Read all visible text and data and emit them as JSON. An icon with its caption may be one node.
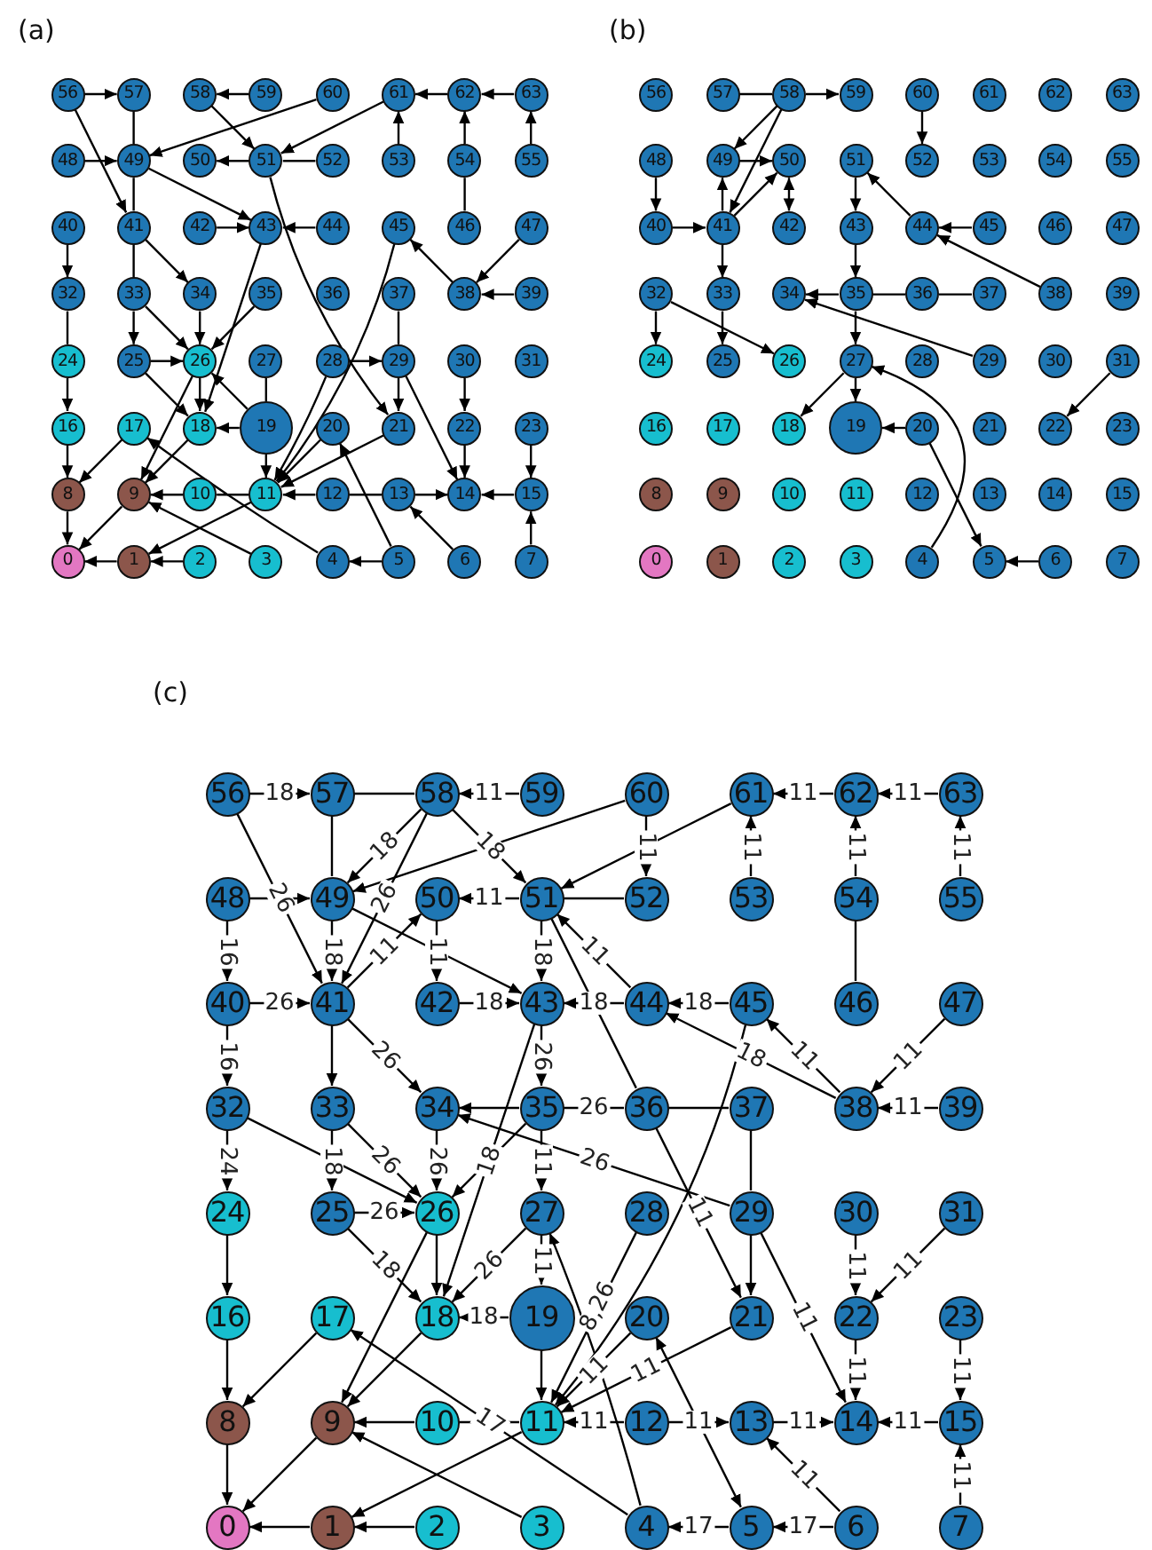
{
  "diagram": {
    "nodes": [
      {
        "text": [
          "0"
        ]
      },
      {
        "text": [
          "1"
        ]
      },
      {
        "text": [
          "2"
        ]
      },
      {
        "text": [
          "3"
        ]
      },
      {
        "text": [
          "4"
        ]
      },
      {
        "text": [
          "5"
        ]
      },
      {
        "text": [
          "6"
        ]
      },
      {
        "text": [
          "7"
        ]
      },
      {
        "text": [
          "8"
        ]
      },
      {
        "text": [
          "9"
        ]
      },
      {
        "text": [
          "10"
        ]
      },
      {
        "text": [
          "11"
        ]
      },
      {
        "text": [
          "12"
        ]
      },
      {
        "text": [
          "13"
        ]
      },
      {
        "text": [
          "14"
        ]
      },
      {
        "text": [
          "15"
        ]
      },
      {
        "text": [
          "16"
        ]
      },
      {
        "text": [
          "17"
        ]
      },
      {
        "text": [
          "18"
        ]
      },
      {
        "text": [
          "19"
        ]
      },
      {
        "text": [
          "20"
        ]
      },
      {
        "text": [
          "21"
        ]
      },
      {
        "text": [
          "22"
        ]
      },
      {
        "text": [
          "23"
        ]
      },
      {
        "text": [
          "24"
        ]
      },
      {
        "text": [
          "25"
        ]
      },
      {
        "text": [
          "26"
        ]
      },
      {
        "text": [
          "27"
        ]
      },
      {
        "text": [
          "28"
        ]
      },
      {
        "text": [
          "29"
        ]
      },
      {
        "text": [
          "30"
        ]
      },
      {
        "text": [
          "31"
        ]
      },
      {
        "text": [
          "32"
        ]
      },
      {
        "text": [
          "33"
        ]
      },
      {
        "text": [
          "34"
        ]
      },
      {
        "text": [
          "35"
        ]
      },
      {
        "text": [
          "36"
        ]
      },
      {
        "text": [
          "37"
        ]
      },
      {
        "text": [
          "38"
        ]
      },
      {
        "text": [
          "39"
        ]
      },
      {
        "text": [
          "40"
        ]
      },
      {
        "text": [
          "41"
        ]
      },
      {
        "text": [
          "42"
        ]
      },
      {
        "text": [
          "43"
        ]
      },
      {
        "text": [
          "44"
        ]
      },
      {
        "text": [
          "45"
        ]
      },
      {
        "text": [
          "46"
        ]
      },
      {
        "text": [
          "47"
        ]
      },
      {
        "text": [
          "48"
        ]
      },
      {
        "text": [
          "49"
        ]
      },
      {
        "text": [
          "50"
        ]
      },
      {
        "text": [
          "51"
        ]
      },
      {
        "text": [
          "52"
        ]
      },
      {
        "text": [
          "53"
        ]
      },
      {
        "text": [
          "54"
        ]
      },
      {
        "text": [
          "55"
        ]
      },
      {
        "text": [
          "56"
        ]
      },
      {
        "text": [
          "57"
        ]
      },
      {
        "text": [
          "58"
        ]
      },
      {
        "text": [
          "59"
        ]
      },
      {
        "text": [
          "60"
        ]
      },
      {
        "text": [
          "61"
        ]
      },
      {
        "text": [
          "62"
        ]
      },
      {
        "text": [
          "63"
        ]
      },
      {
        "text": [
          "0"
        ]
      },
      {
        "text": [
          "1"
        ]
      },
      {
        "text": [
          "2"
        ]
      },
      {
        "text": [
          "3"
        ]
      },
      {
        "text": [
          "4"
        ]
      },
      {
        "text": [
          "5"
        ]
      },
      {
        "text": [
          "6"
        ]
      },
      {
        "text": [
          "7"
        ]
      },
      {
        "text": [
          "8"
        ]
      },
      {
        "text": [
          "9"
        ]
      },
      {
        "text": [
          "10"
        ]
      },
      {
        "text": [
          "11"
        ]
      },
      {
        "text": [
          "12"
        ]
      },
      {
        "text": [
          "13"
        ]
      },
      {
        "text": [
          "14"
        ]
      },
      {
        "text": [
          "15"
        ]
      },
      {
        "text": [
          "16"
        ]
      },
      {
        "text": [
          "17"
        ]
      },
      {
        "text": [
          "18"
        ]
      },
      {
        "text": [
          "19"
        ]
      },
      {
        "text": [
          "20"
        ]
      },
      {
        "text": [
          "21"
        ]
      },
      {
        "text": [
          "22"
        ]
      },
      {
        "text": [
          "23"
        ]
      },
      {
        "text": [
          "24"
        ]
      },
      {
        "text": [
          "25"
        ]
      },
      {
        "text": [
          "26"
        ]
      },
      {
        "text": [
          "27"
        ]
      },
      {
        "text": [
          "28"
        ]
      },
      {
        "text": [
          "29"
        ]
      },
      {
        "text": [
          "30"
        ]
      },
      {
        "text": [
          "31"
        ]
      },
      {
        "text": [
          "32"
        ]
      },
      {
        "text": [
          "33"
        ]
      },
      {
        "text": [
          "34"
        ]
      },
      {
        "text": [
          "35"
        ]
      },
      {
        "text": [
          "36"
        ]
      },
      {
        "text": [
          "37"
        ]
      },
      {
        "text": [
          "38"
        ]
      },
      {
        "text": [
          "39"
        ]
      },
      {
        "text": [
          "40"
        ]
      },
      {
        "text": [
          "41"
        ]
      },
      {
        "text": [
          "42"
        ]
      },
      {
        "text": [
          "43"
        ]
      },
      {
        "text": [
          "44"
        ]
      },
      {
        "text": [
          "45"
        ]
      },
      {
        "text": [
          "46"
        ]
      },
      {
        "text": [
          "47"
        ]
      },
      {
        "text": [
          "48"
        ]
      },
      {
        "text": [
          "49"
        ]
      },
      {
        "text": [
          "50"
        ]
      },
      {
        "text": [
          "51"
        ]
      },
      {
        "text": [
          "52"
        ]
      },
      {
        "text": [
          "53"
        ]
      },
      {
        "text": [
          "54"
        ]
      },
      {
        "text": [
          "55"
        ]
      },
      {
        "text": [
          "56"
        ]
      },
      {
        "text": [
          "57"
        ]
      },
      {
        "text": [
          "58"
        ]
      },
      {
        "text": [
          "59"
        ]
      },
      {
        "text": [
          "60"
        ]
      },
      {
        "text": [
          "61"
        ]
      },
      {
        "text": [
          "62"
        ]
      },
      {
        "text": [
          "63"
        ]
      },
      {
        "text": [
          "0"
        ]
      },
      {
        "text": [
          "1"
        ]
      },
      {
        "text": [
          "2"
        ]
      },
      {
        "text": [
          "3"
        ]
      },
      {
        "text": [
          "4"
        ]
      },
      {
        "text": [
          "5"
        ]
      },
      {
        "text": [
          "6"
        ]
      },
      {
        "text": [
          "7"
        ]
      },
      {
        "text": [
          "8"
        ]
      },
      {
        "text": [
          "9"
        ]
      },
      {
        "text": [
          "10"
        ]
      },
      {
        "text": [
          "11"
        ]
      },
      {
        "text": [
          "12"
        ]
      },
      {
        "text": [
          "13"
        ]
      },
      {
        "text": [
          "14"
        ]
      },
      {
        "text": [
          "15"
        ]
      },
      {
        "text": [
          "16"
        ]
      },
      {
        "text": [
          "17"
        ]
      },
      {
        "text": [
          "18"
        ]
      },
      {
        "text": [
          "19"
        ]
      },
      {
        "text": [
          "20"
        ]
      },
      {
        "text": [
          "21"
        ]
      },
      {
        "text": [
          "22"
        ]
      },
      {
        "text": [
          "23"
        ]
      },
      {
        "text": [
          "24"
        ]
      },
      {
        "text": [
          "25"
        ]
      },
      {
        "text": [
          "26"
        ]
      },
      {
        "text": [
          "27"
        ]
      },
      {
        "text": [
          "28"
        ]
      },
      {
        "text": [
          "29"
        ]
      },
      {
        "text": [
          "30"
        ]
      },
      {
        "text": [
          "31"
        ]
      },
      {
        "text": [
          "32"
        ]
      },
      {
        "text": [
          "33"
        ]
      },
      {
        "text": [
          "34"
        ]
      },
      {
        "text": [
          "35"
        ]
      },
      {
        "text": [
          "36"
        ]
      },
      {
        "text": [
          "37"
        ]
      },
      {
        "text": [
          "38"
        ]
      },
      {
        "text": [
          "39"
        ]
      },
      {
        "text": [
          "40"
        ]
      },
      {
        "text": [
          "41"
        ]
      },
      {
        "text": [
          "42"
        ]
      },
      {
        "text": [
          "43"
        ]
      },
      {
        "text": [
          "44"
        ]
      },
      {
        "text": [
          "45"
        ]
      },
      {
        "text": [
          "46"
        ]
      },
      {
        "text": [
          "47"
        ]
      },
      {
        "text": [
          "48"
        ]
      },
      {
        "text": [
          "49"
        ]
      },
      {
        "text": [
          "50"
        ]
      },
      {
        "text": [
          "51"
        ]
      },
      {
        "text": [
          "52"
        ]
      },
      {
        "text": [
          "53"
        ]
      },
      {
        "text": [
          "54"
        ]
      },
      {
        "text": [
          "55"
        ]
      },
      {
        "text": [
          "56"
        ]
      },
      {
        "text": [
          "57"
        ]
      },
      {
        "text": [
          "58"
        ]
      },
      {
        "text": [
          "59"
        ]
      },
      {
        "text": [
          "60"
        ]
      },
      {
        "text": [
          "61"
        ]
      },
      {
        "text": [
          "62"
        ]
      },
      {
        "text": [
          "63"
        ]
      }
    ],
    "edges": [
      {
        "from": 56,
        "to": 57,
        "arrow": "to"
      },
      {
        "from": 59,
        "to": 58,
        "arrow": "to"
      },
      {
        "from": 60,
        "to": 49,
        "arrow": "to"
      },
      {
        "from": 62,
        "to": 61,
        "arrow": "to"
      },
      {
        "from": 63,
        "to": 62,
        "arrow": "to"
      },
      {
        "from": 61,
        "to": 51,
        "arrow": "to"
      },
      {
        "from": 58,
        "to": 51,
        "arrow": "to"
      },
      {
        "from": 48,
        "to": 49,
        "arrow": "to"
      },
      {
        "from": 56,
        "to": 41,
        "arrow": "to"
      },
      {
        "from": 57,
        "to": 49,
        "arrow": "none"
      },
      {
        "from": 51,
        "to": 50,
        "arrow": "to"
      },
      {
        "from": 51,
        "to": 52,
        "arrow": "none"
      },
      {
        "from": 53,
        "to": 61,
        "arrow": "to"
      },
      {
        "from": 54,
        "to": 62,
        "arrow": "to"
      },
      {
        "from": 55,
        "to": 63,
        "arrow": "to"
      },
      {
        "from": 49,
        "to": 41,
        "arrow": "none"
      },
      {
        "from": 49,
        "to": 43,
        "arrow": "to"
      },
      {
        "from": 51,
        "to": 21,
        "arrow": "to"
      },
      {
        "from": 44,
        "to": 43,
        "arrow": "to"
      },
      {
        "from": 42,
        "to": 43,
        "arrow": "to"
      },
      {
        "from": 43,
        "to": 18,
        "arrow": "to"
      },
      {
        "from": 40,
        "to": 32,
        "arrow": "to"
      },
      {
        "from": 41,
        "to": 34,
        "arrow": "to"
      },
      {
        "from": 41,
        "to": 33,
        "arrow": "none"
      },
      {
        "from": 33,
        "to": 25,
        "arrow": "to"
      },
      {
        "from": 33,
        "to": 26,
        "arrow": "to"
      },
      {
        "from": 34,
        "to": 26,
        "arrow": "to"
      },
      {
        "from": 35,
        "to": 26,
        "arrow": "to"
      },
      {
        "from": 32,
        "to": 24,
        "arrow": "none"
      },
      {
        "from": 24,
        "to": 16,
        "arrow": "to"
      },
      {
        "from": 16,
        "to": 8,
        "arrow": "to"
      },
      {
        "from": 25,
        "to": 26,
        "arrow": "to"
      },
      {
        "from": 25,
        "to": 18,
        "arrow": "to"
      },
      {
        "from": 26,
        "to": 18,
        "arrow": "to"
      },
      {
        "from": 26,
        "to": 9,
        "arrow": "to"
      },
      {
        "from": 19,
        "to": 26,
        "arrow": "to"
      },
      {
        "from": 19,
        "to": 18,
        "arrow": "to"
      },
      {
        "from": 27,
        "to": 19,
        "arrow": "none"
      },
      {
        "from": 19,
        "to": 11,
        "arrow": "to"
      },
      {
        "from": 28,
        "to": 29,
        "arrow": "to"
      },
      {
        "from": 28,
        "to": 11,
        "arrow": "to"
      },
      {
        "from": 37,
        "to": 29,
        "arrow": "none"
      },
      {
        "from": 29,
        "to": 21,
        "arrow": "to"
      },
      {
        "from": 29,
        "to": 14,
        "arrow": "to"
      },
      {
        "from": 45,
        "to": 11,
        "arrow": "to"
      },
      {
        "from": 38,
        "to": 45,
        "arrow": "to"
      },
      {
        "from": 39,
        "to": 38,
        "arrow": "to"
      },
      {
        "from": 47,
        "to": 38,
        "arrow": "to"
      },
      {
        "from": 54,
        "to": 46,
        "arrow": "none"
      },
      {
        "from": 30,
        "to": 22,
        "arrow": "to"
      },
      {
        "from": 22,
        "to": 14,
        "arrow": "to"
      },
      {
        "from": 23,
        "to": 15,
        "arrow": "to"
      },
      {
        "from": 15,
        "to": 14,
        "arrow": "to"
      },
      {
        "from": 7,
        "to": 15,
        "arrow": "to"
      },
      {
        "from": 20,
        "to": 11,
        "arrow": "to"
      },
      {
        "from": 21,
        "to": 11,
        "arrow": "to"
      },
      {
        "from": 17,
        "to": 8,
        "arrow": "to"
      },
      {
        "from": 18,
        "to": 9,
        "arrow": "to"
      },
      {
        "from": 10,
        "to": 9,
        "arrow": "to"
      },
      {
        "from": 11,
        "to": 10,
        "arrow": "none"
      },
      {
        "from": 12,
        "to": 11,
        "arrow": "to"
      },
      {
        "from": 12,
        "to": 13,
        "arrow": "none"
      },
      {
        "from": 13,
        "to": 14,
        "arrow": "to"
      },
      {
        "from": 6,
        "to": 13,
        "arrow": "to"
      },
      {
        "from": 5,
        "to": 4,
        "arrow": "to"
      },
      {
        "from": 5,
        "to": 20,
        "arrow": "to"
      },
      {
        "from": 4,
        "to": 17,
        "arrow": "to"
      },
      {
        "from": 3,
        "to": 9,
        "arrow": "to"
      },
      {
        "from": 11,
        "to": 1,
        "arrow": "to"
      },
      {
        "from": 9,
        "to": 0,
        "arrow": "to"
      },
      {
        "from": 2,
        "to": 1,
        "arrow": "to"
      },
      {
        "from": 1,
        "to": 0,
        "arrow": "to"
      },
      {
        "from": 8,
        "to": 0,
        "arrow": "to"
      },
      {
        "from": 121,
        "to": 122,
        "arrow": "none"
      },
      {
        "from": 122,
        "to": 123,
        "arrow": "to"
      },
      {
        "from": 122,
        "to": 113,
        "arrow": "to"
      },
      {
        "from": 122,
        "to": 105,
        "arrow": "to"
      },
      {
        "from": 113,
        "to": 114,
        "arrow": "to"
      },
      {
        "from": 105,
        "to": 113,
        "arrow": "to"
      },
      {
        "from": 105,
        "to": 114,
        "arrow": "to"
      },
      {
        "from": 106,
        "to": 114,
        "arrow": "both"
      },
      {
        "from": 124,
        "to": 116,
        "arrow": "to"
      },
      {
        "from": 112,
        "to": 104,
        "arrow": "to"
      },
      {
        "from": 104,
        "to": 105,
        "arrow": "to"
      },
      {
        "from": 105,
        "to": 97,
        "arrow": "to"
      },
      {
        "from": 115,
        "to": 107,
        "arrow": "to"
      },
      {
        "from": 108,
        "to": 115,
        "arrow": "to"
      },
      {
        "from": 109,
        "to": 108,
        "arrow": "to"
      },
      {
        "from": 102,
        "to": 108,
        "arrow": "to"
      },
      {
        "from": 107,
        "to": 99,
        "arrow": "to"
      },
      {
        "from": 99,
        "to": 98,
        "arrow": "to"
      },
      {
        "from": 99,
        "to": 100,
        "arrow": "none"
      },
      {
        "from": 100,
        "to": 101,
        "arrow": "none"
      },
      {
        "from": 93,
        "to": 98,
        "arrow": "to"
      },
      {
        "from": 99,
        "to": 91,
        "arrow": "to"
      },
      {
        "from": 96,
        "to": 88,
        "arrow": "to"
      },
      {
        "from": 96,
        "to": 90,
        "arrow": "to"
      },
      {
        "from": 97,
        "to": 89,
        "arrow": "to"
      },
      {
        "from": 91,
        "to": 83,
        "arrow": "to"
      },
      {
        "from": 68,
        "to": 91,
        "arrow": "to"
      },
      {
        "from": 91,
        "to": 82,
        "arrow": "to"
      },
      {
        "from": 84,
        "to": 83,
        "arrow": "to"
      },
      {
        "from": 84,
        "to": 69,
        "arrow": "to"
      },
      {
        "from": 70,
        "to": 69,
        "arrow": "to"
      },
      {
        "from": 95,
        "to": 86,
        "arrow": "to"
      },
      {
        "from": 184,
        "to": 185,
        "arrow": "to",
        "label": "18"
      },
      {
        "from": 185,
        "to": 186,
        "arrow": "none"
      },
      {
        "from": 187,
        "to": 186,
        "arrow": "to",
        "label": "11"
      },
      {
        "from": 184,
        "to": 169,
        "arrow": "to",
        "label": "26"
      },
      {
        "from": 185,
        "to": 177,
        "arrow": "none"
      },
      {
        "from": 186,
        "to": 177,
        "arrow": "to",
        "label": "18"
      },
      {
        "from": 186,
        "to": 169,
        "arrow": "to",
        "label": "26"
      },
      {
        "from": 186,
        "to": 179,
        "arrow": "to",
        "label": "18"
      },
      {
        "from": 188,
        "to": 177,
        "arrow": "to"
      },
      {
        "from": 176,
        "to": 177,
        "arrow": "to"
      },
      {
        "from": 179,
        "to": 178,
        "arrow": "to",
        "label": "11"
      },
      {
        "from": 179,
        "to": 180,
        "arrow": "none"
      },
      {
        "from": 188,
        "to": 180,
        "arrow": "to",
        "label": "11"
      },
      {
        "from": 189,
        "to": 179,
        "arrow": "to"
      },
      {
        "from": 190,
        "to": 189,
        "arrow": "to",
        "label": "11"
      },
      {
        "from": 191,
        "to": 190,
        "arrow": "to",
        "label": "11"
      },
      {
        "from": 181,
        "to": 189,
        "arrow": "to",
        "label": "11"
      },
      {
        "from": 182,
        "to": 190,
        "arrow": "to",
        "label": "11"
      },
      {
        "from": 183,
        "to": 191,
        "arrow": "to",
        "label": "11"
      },
      {
        "from": 182,
        "to": 174,
        "arrow": "none"
      },
      {
        "from": 177,
        "to": 169,
        "arrow": "to",
        "label": "18"
      },
      {
        "from": 169,
        "to": 178,
        "arrow": "to",
        "label": "11"
      },
      {
        "from": 176,
        "to": 168,
        "arrow": "to",
        "label": "16"
      },
      {
        "from": 168,
        "to": 160,
        "arrow": "to",
        "label": "16"
      },
      {
        "from": 168,
        "to": 169,
        "arrow": "to",
        "label": "26"
      },
      {
        "from": 178,
        "to": 170,
        "arrow": "to",
        "label": "11"
      },
      {
        "from": 170,
        "to": 171,
        "arrow": "to",
        "label": "18"
      },
      {
        "from": 177,
        "to": 171,
        "arrow": "to"
      },
      {
        "from": 179,
        "to": 171,
        "arrow": "to",
        "label": "18"
      },
      {
        "from": 172,
        "to": 171,
        "arrow": "to",
        "label": "18"
      },
      {
        "from": 172,
        "to": 179,
        "arrow": "to",
        "label": "11"
      },
      {
        "from": 173,
        "to": 172,
        "arrow": "to",
        "label": "18"
      },
      {
        "from": 166,
        "to": 172,
        "arrow": "to",
        "label": "18"
      },
      {
        "from": 166,
        "to": 173,
        "arrow": "to",
        "label": "11"
      },
      {
        "from": 175,
        "to": 166,
        "arrow": "to",
        "label": "11"
      },
      {
        "from": 167,
        "to": 166,
        "arrow": "to",
        "label": "11"
      },
      {
        "from": 169,
        "to": 161,
        "arrow": "to"
      },
      {
        "from": 169,
        "to": 162,
        "arrow": "to",
        "label": "26"
      },
      {
        "from": 179,
        "to": 164,
        "arrow": "none"
      },
      {
        "from": 164,
        "to": 149,
        "arrow": "to",
        "label": "11"
      },
      {
        "from": 163,
        "to": 162,
        "arrow": "to"
      },
      {
        "from": 164,
        "to": 163,
        "arrow": "none",
        "label": "26"
      },
      {
        "from": 164,
        "to": 165,
        "arrow": "none"
      },
      {
        "from": 171,
        "to": 163,
        "arrow": "to",
        "label": "26"
      },
      {
        "from": 171,
        "to": 146,
        "arrow": "to",
        "label": "18"
      },
      {
        "from": 157,
        "to": 162,
        "arrow": "to",
        "label": "26"
      },
      {
        "from": 173,
        "to": 139,
        "arrow": "to"
      },
      {
        "from": 156,
        "to": 139,
        "arrow": "to",
        "label": "8,26"
      },
      {
        "from": 165,
        "to": 157,
        "arrow": "none"
      },
      {
        "from": 157,
        "to": 149,
        "arrow": "to"
      },
      {
        "from": 157,
        "to": 142,
        "arrow": "to",
        "label": "11"
      },
      {
        "from": 158,
        "to": 150,
        "arrow": "to",
        "label": "11"
      },
      {
        "from": 150,
        "to": 142,
        "arrow": "to",
        "label": "11"
      },
      {
        "from": 159,
        "to": 150,
        "arrow": "to",
        "label": "11"
      },
      {
        "from": 151,
        "to": 143,
        "arrow": "to",
        "label": "11"
      },
      {
        "from": 143,
        "to": 142,
        "arrow": "to",
        "label": "11"
      },
      {
        "from": 135,
        "to": 143,
        "arrow": "to",
        "label": "11"
      },
      {
        "from": 141,
        "to": 142,
        "arrow": "to",
        "label": "11"
      },
      {
        "from": 140,
        "to": 139,
        "arrow": "to",
        "label": "11"
      },
      {
        "from": 140,
        "to": 141,
        "arrow": "to",
        "label": "11"
      },
      {
        "from": 134,
        "to": 141,
        "arrow": "to",
        "label": "11"
      },
      {
        "from": 134,
        "to": 133,
        "arrow": "to",
        "label": "17"
      },
      {
        "from": 133,
        "to": 132,
        "arrow": "to",
        "label": "17"
      },
      {
        "from": 148,
        "to": 133,
        "arrow": "both"
      },
      {
        "from": 132,
        "to": 155,
        "arrow": "to"
      },
      {
        "from": 132,
        "to": 145,
        "arrow": "to",
        "label": "17"
      },
      {
        "from": 139,
        "to": 138,
        "arrow": "none"
      },
      {
        "from": 147,
        "to": 139,
        "arrow": "to"
      },
      {
        "from": 147,
        "to": 146,
        "arrow": "to",
        "label": "18"
      },
      {
        "from": 148,
        "to": 139,
        "arrow": "to",
        "label": "11"
      },
      {
        "from": 149,
        "to": 139,
        "arrow": "to",
        "label": "11"
      },
      {
        "from": 155,
        "to": 147,
        "arrow": "to",
        "label": "11"
      },
      {
        "from": 155,
        "to": 146,
        "arrow": "to",
        "label": "26"
      },
      {
        "from": 154,
        "to": 146,
        "arrow": "to"
      },
      {
        "from": 153,
        "to": 154,
        "arrow": "to",
        "label": "26"
      },
      {
        "from": 153,
        "to": 146,
        "arrow": "to",
        "label": "18"
      },
      {
        "from": 161,
        "to": 154,
        "arrow": "to",
        "label": "26"
      },
      {
        "from": 161,
        "to": 153,
        "arrow": "to",
        "label": "18"
      },
      {
        "from": 160,
        "to": 154,
        "arrow": "to"
      },
      {
        "from": 162,
        "to": 154,
        "arrow": "to",
        "label": "26"
      },
      {
        "from": 163,
        "to": 154,
        "arrow": "to"
      },
      {
        "from": 163,
        "to": 155,
        "arrow": "to",
        "label": "11"
      },
      {
        "from": 152,
        "to": 144,
        "arrow": "to"
      },
      {
        "from": 144,
        "to": 136,
        "arrow": "to"
      },
      {
        "from": 160,
        "to": 152,
        "arrow": "to",
        "label": "24"
      },
      {
        "from": 154,
        "to": 137,
        "arrow": "to"
      },
      {
        "from": 146,
        "to": 137,
        "arrow": "to"
      },
      {
        "from": 145,
        "to": 136,
        "arrow": "to"
      },
      {
        "from": 138,
        "to": 137,
        "arrow": "to"
      },
      {
        "from": 136,
        "to": 128,
        "arrow": "to"
      },
      {
        "from": 137,
        "to": 128,
        "arrow": "to"
      },
      {
        "from": 131,
        "to": 137,
        "arrow": "to"
      },
      {
        "from": 139,
        "to": 129,
        "arrow": "to"
      },
      {
        "from": 130,
        "to": 129,
        "arrow": "to"
      },
      {
        "from": 129,
        "to": 128,
        "arrow": "to"
      }
    ],
    "labels": [
      "(a)",
      "(b)",
      "(c)"
    ]
  }
}
